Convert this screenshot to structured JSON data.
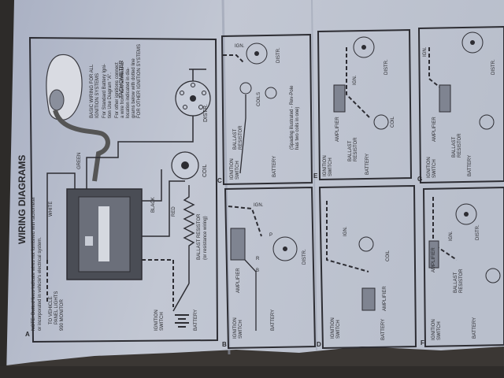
{
  "title": "WIRING DIAGRAMS",
  "note_line1": "NOTE: Dotted lines indicate wires not furnished with tachometer",
  "note_line2": "or incorporated in vehicle's electrical system.",
  "basic": {
    "line1": "BASIC WIRING FOR ALL",
    "line2": "IGNITION SYSTEMS",
    "line3": "For Standard Battery Igni-",
    "line4": "tion Use Diagram \"A\".",
    "line5": "For other ignitions connect",
    "line6": "a wire from IGN terminal to",
    "line7": "location indicated in dia-",
    "line8": "grams below with dotted line",
    "line9": "FOR OTHER IGNITION SYSTEMS"
  },
  "labels": {
    "tachometer": "TACHOMETER",
    "distr": "DISTR.",
    "coil": "COIL",
    "green": "GREEN",
    "white": "WHITE",
    "black": "BLACK",
    "red": "RED",
    "to_vehicle_1": "TO VEHICLE",
    "to_vehicle_2": "PANEL LIGHTS",
    "ballast_resistor": "BALLAST RESISTOR",
    "or_resistance": "(or resistance wiring)",
    "ignition": "IGNITION",
    "switch": "SWITCH",
    "battery": "BATTERY",
    "monitor": "990 MONITOR",
    "ign": "IGN.",
    "amplifier": "AMPLIFIER",
    "ballast": "BALLAST",
    "resistor": "RESISTOR",
    "coils": "COILS",
    "spade1": "(Spading illustrated - Rev-Pole",
    "spade2": "has two coils in one)",
    "p": "P",
    "b": "B",
    "r": "R"
  },
  "letters": [
    "A",
    "B",
    "C",
    "D",
    "E",
    "F",
    "G"
  ]
}
